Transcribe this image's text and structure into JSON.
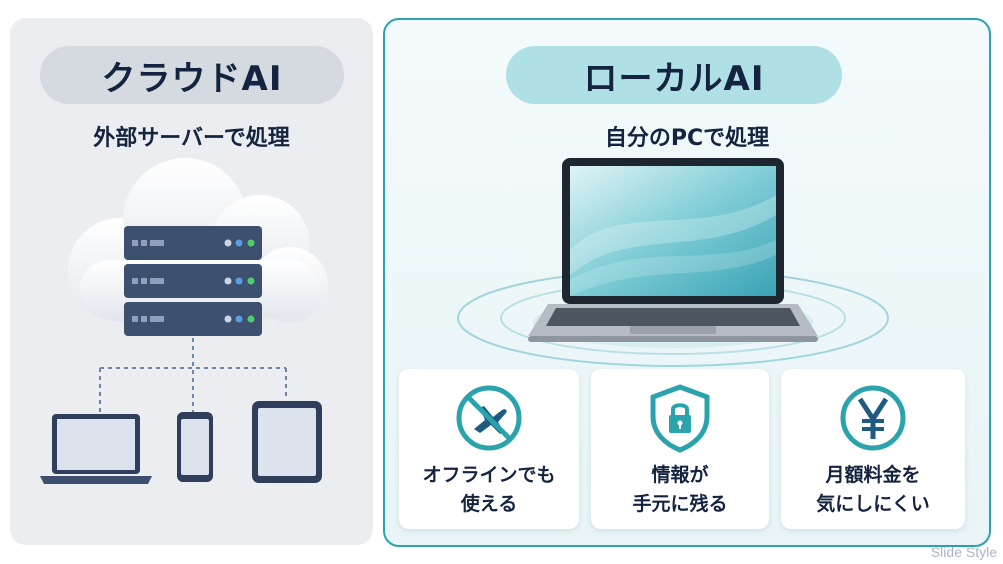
{
  "left_panel": {
    "title": "クラウドAI",
    "subtitle": "外部サーバーで処理",
    "icons": [
      "cloud-icon",
      "server-rack-icon",
      "laptop-icon",
      "smartphone-icon",
      "tablet-icon"
    ]
  },
  "right_panel": {
    "title": "ローカルAI",
    "subtitle": "自分のPCで処理",
    "icons": [
      "laptop-icon"
    ],
    "cards": [
      {
        "line1": "オフラインでも",
        "line2": "使える",
        "icon": "no-airplane-icon"
      },
      {
        "line1": "情報が",
        "line2": "手元に残る",
        "icon": "shield-lock-icon"
      },
      {
        "line1": "月額料金を",
        "line2": "気にしにくい",
        "icon": "yen-icon"
      }
    ]
  },
  "watermark": "Slide Style",
  "colors": {
    "accent": "#2aa3ad",
    "navy": "#14233f",
    "server": "#3e506f",
    "left_bg": "#ebedf0"
  }
}
